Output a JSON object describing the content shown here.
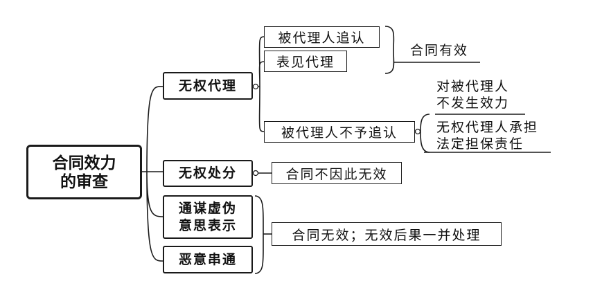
{
  "root": {
    "line1": "合同效力",
    "line2": "的审查"
  },
  "branches": {
    "unauthorized_agency": "无权代理",
    "unauthorized_disposal": "无权处分",
    "collusion_line1": "通谋虚伪",
    "collusion_line2": "意思表示",
    "malicious_collusion": "恶意串通"
  },
  "agency_cases": {
    "ratified": "被代理人追认",
    "apparent_agency": "表见代理",
    "not_ratified": "被代理人不予追认"
  },
  "outcomes": {
    "contract_valid": "合同有效",
    "principal_line1": "对被代理人",
    "principal_line2": "不发生效力",
    "agent_line1": "无权代理人承担",
    "agent_line2": "法定担保责任",
    "disposal_result": "合同不因此无效",
    "collusion_result": "合同无效；无效后果一并处理"
  }
}
